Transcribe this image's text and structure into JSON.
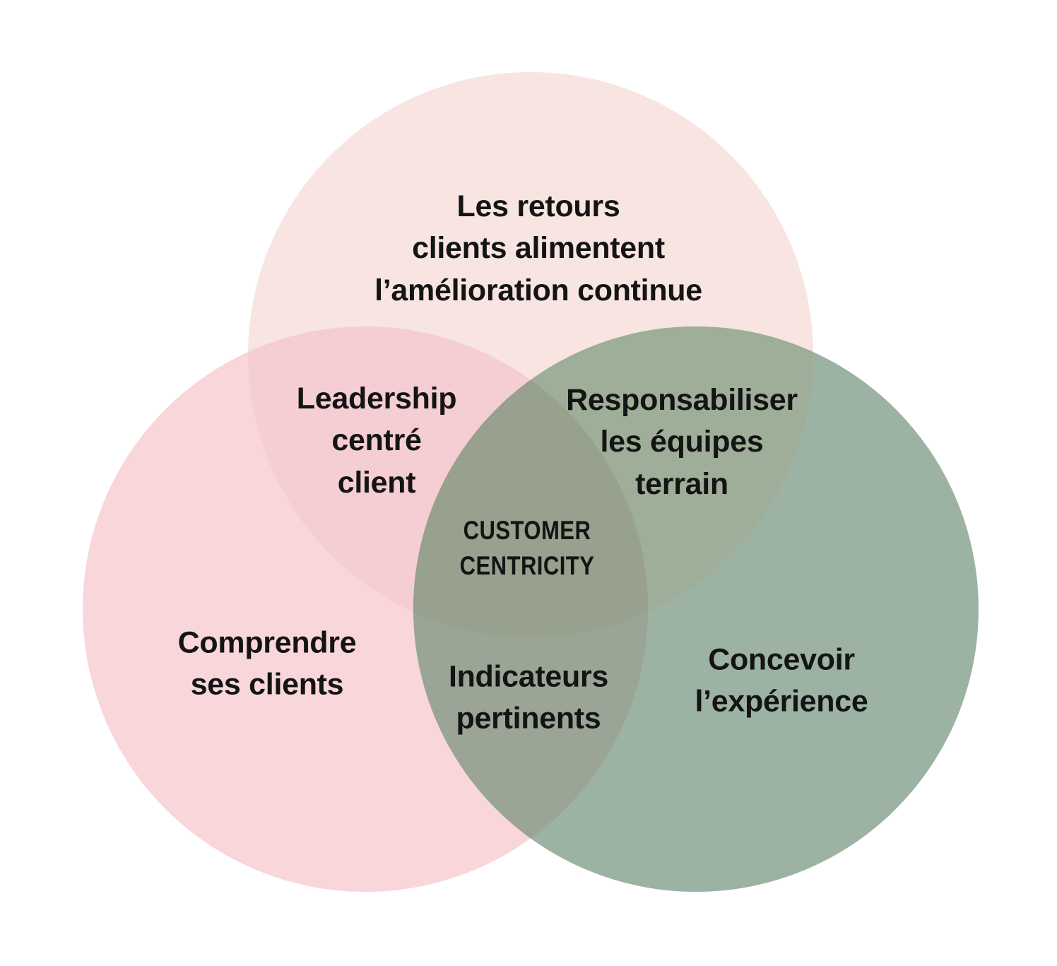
{
  "colors": {
    "background": "#ffffff",
    "text": "#141414",
    "top_circle": "#f8e5e1",
    "left_circle": "#f8d6d9",
    "right_circle": "#9cb2a3",
    "top_left_overlap": "#f4ced2",
    "top_right_overlap": "#9eae98",
    "left_right_overlap": "#9aa595",
    "center_overlap": "#97a18d"
  },
  "labels": {
    "top_circle": "Les retours\nclients alimentent\nl’amélioration continue",
    "top_left_overlap": "Leadership\ncentré\nclient",
    "top_right_overlap": "Responsabiliser\nles équipes\nterrain",
    "center": "CUSTOMER\nCENTRICITY",
    "left_circle": "Comprendre\nses clients",
    "bottom_overlap": "Indicateurs\npertinents",
    "right_circle": "Concevoir\nl’expérience"
  }
}
